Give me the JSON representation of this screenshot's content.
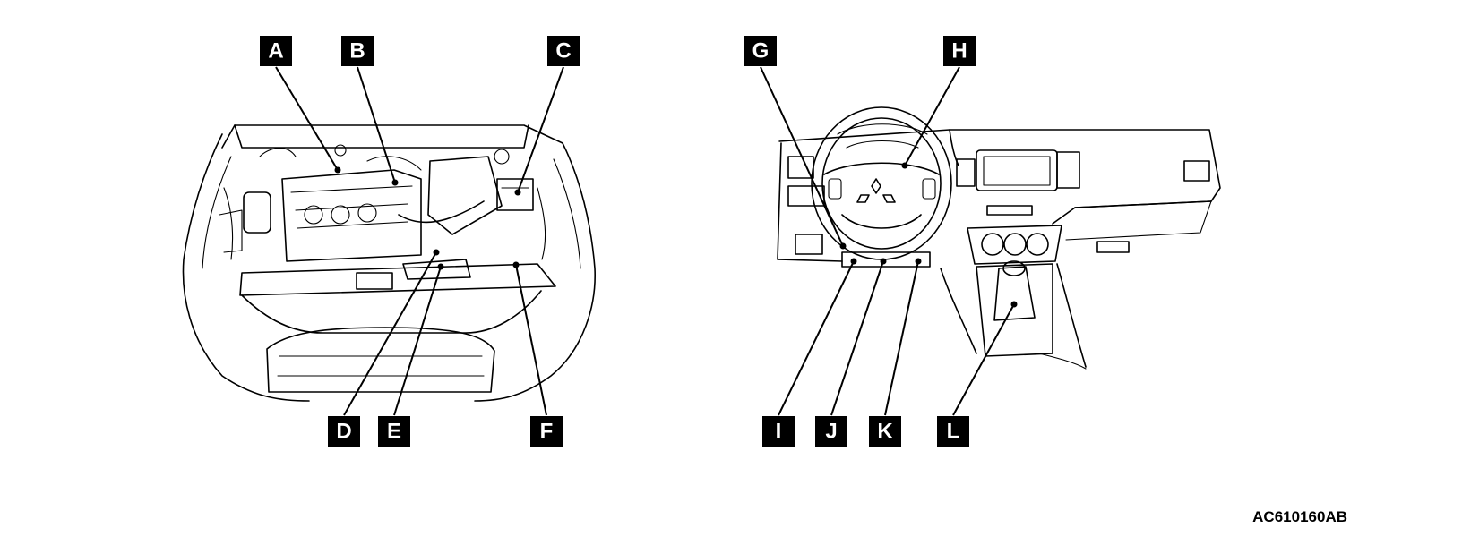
{
  "callouts": [
    {
      "id": "A",
      "label": "A"
    },
    {
      "id": "B",
      "label": "B"
    },
    {
      "id": "C",
      "label": "C"
    },
    {
      "id": "D",
      "label": "D"
    },
    {
      "id": "E",
      "label": "E"
    },
    {
      "id": "F",
      "label": "F"
    },
    {
      "id": "G",
      "label": "G"
    },
    {
      "id": "H",
      "label": "H"
    },
    {
      "id": "I",
      "label": "I"
    },
    {
      "id": "J",
      "label": "J"
    },
    {
      "id": "K",
      "label": "K"
    },
    {
      "id": "L",
      "label": "L"
    }
  ],
  "figure_id": "AC610160AB",
  "colors": {
    "ink": "#000000",
    "background": "#ffffff",
    "label_text": "#ffffff"
  }
}
